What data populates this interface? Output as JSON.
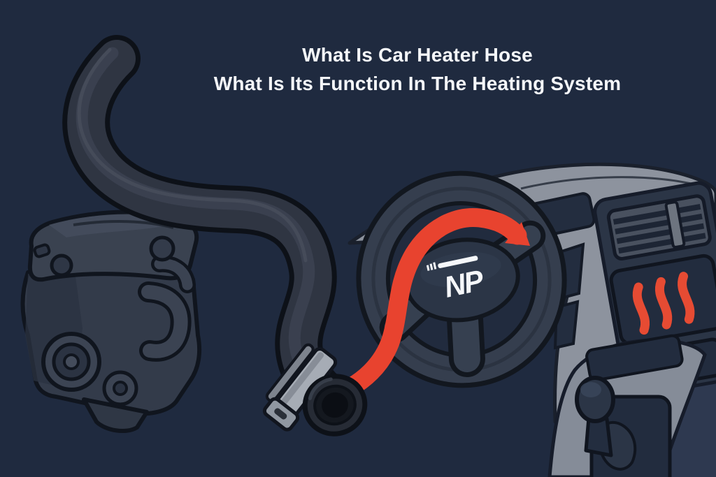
{
  "title": {
    "line1": "What Is Car Heater Hose",
    "line2": "What Is Its Function In The Heating System"
  },
  "logo": {
    "text": "NP"
  },
  "colors": {
    "background": "#1f2a3f",
    "accent_red": "#e8432f",
    "dashboard_gray": "#8d939e",
    "console_dark": "#2b3546",
    "panel_dark": "#222c3e",
    "hose_black": "#2f3542",
    "outline_dark": "#10151f",
    "clamp_gray": "#a6acb5",
    "text_white": "#f5f7fa"
  },
  "illustration": {
    "parts": [
      "engine",
      "heater-hose",
      "hose-clamp",
      "hose-opening",
      "coolant-flow-arrow",
      "steering-wheel",
      "np-logo",
      "dashboard",
      "air-vent",
      "heat-waves-icon",
      "center-console",
      "gear-shifter"
    ]
  }
}
